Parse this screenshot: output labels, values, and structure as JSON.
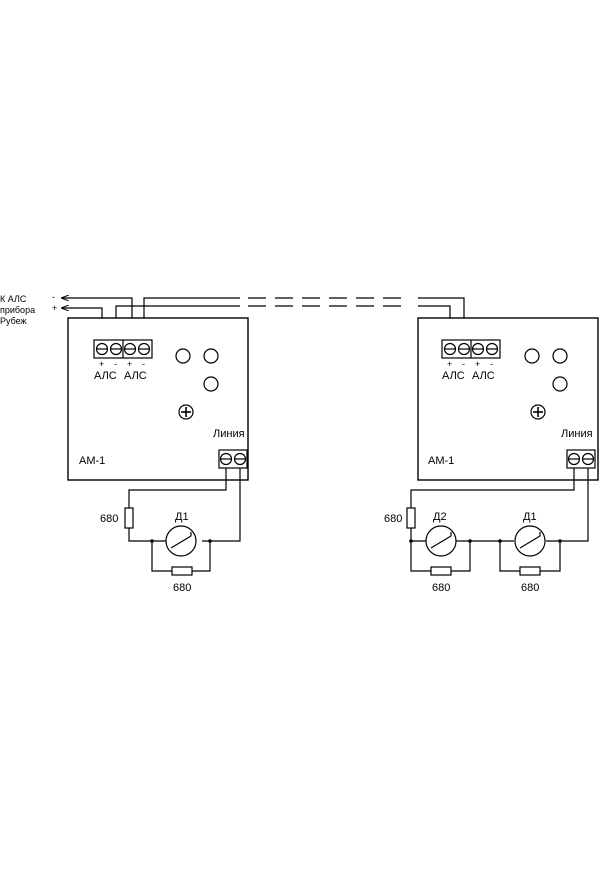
{
  "source_note": {
    "minus": "-",
    "plus": "+",
    "line1": "К АЛС",
    "line2": "прибора",
    "line3": "Рубеж"
  },
  "module_left": {
    "name": "АМ-1",
    "terminal_label_1": "АЛС",
    "terminal_label_2": "АЛС",
    "terminal_signs": [
      "+",
      "-",
      "+",
      "-"
    ],
    "line_label": "Линия",
    "resistor_series": "680",
    "detector_1": {
      "name": "Д1",
      "resistor": "680"
    }
  },
  "module_right": {
    "name": "АМ-1",
    "terminal_label_1": "АЛС",
    "terminal_label_2": "АЛС",
    "terminal_signs": [
      "+",
      "-",
      "+",
      "-"
    ],
    "line_label": "Линия",
    "resistor_series": "680",
    "detector_2": {
      "name": "Д2",
      "resistor": "680"
    },
    "detector_1": {
      "name": "Д1",
      "resistor": "680"
    }
  }
}
